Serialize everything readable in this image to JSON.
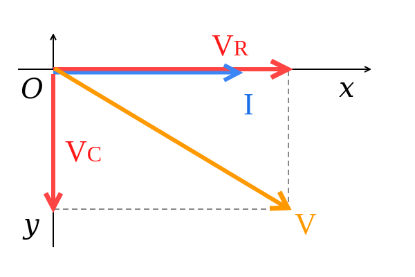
{
  "diagram": {
    "title": "Phasor diagram",
    "axes": {
      "origin_label": "O",
      "x_label": "x",
      "y_label": "y"
    },
    "vectors": [
      {
        "id": "VR",
        "main": "V",
        "sub": "R",
        "color": "#ff4444",
        "direction": "+x"
      },
      {
        "id": "I",
        "main": "I",
        "sub": "",
        "color": "#3d86f5",
        "direction": "+x"
      },
      {
        "id": "VC",
        "main": "V",
        "sub": "C",
        "color": "#ff4444",
        "direction": "+y"
      },
      {
        "id": "V",
        "main": "V",
        "sub": "",
        "color": "#ff9900",
        "direction": "diagonal"
      }
    ],
    "colors": {
      "axis": "#000000",
      "dashed": "#888888",
      "red_text": "#ff1a1a",
      "blue_text": "#1a6ee8",
      "orange_text": "#ff9900"
    }
  }
}
